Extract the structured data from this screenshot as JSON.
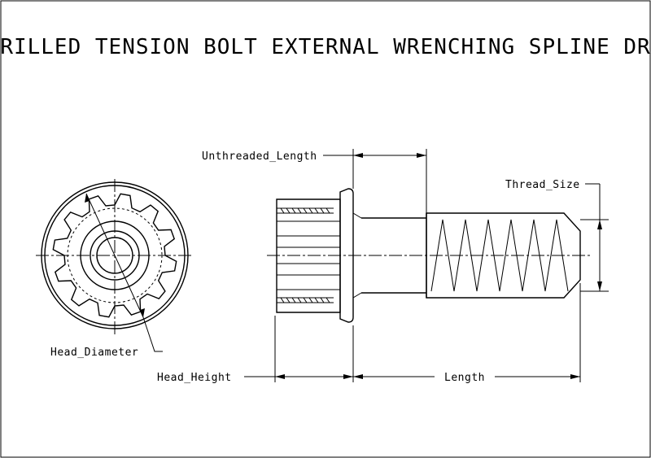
{
  "title": "UNDRILLED TENSION BOLT EXTERNAL WRENCHING SPLINE DRIVE",
  "dimensions": {
    "unthreaded_length": "Unthreaded_Length",
    "thread_size": "Thread_Size",
    "head_diameter": "Head_Diameter",
    "head_height": "Head_Height",
    "length": "Length"
  }
}
